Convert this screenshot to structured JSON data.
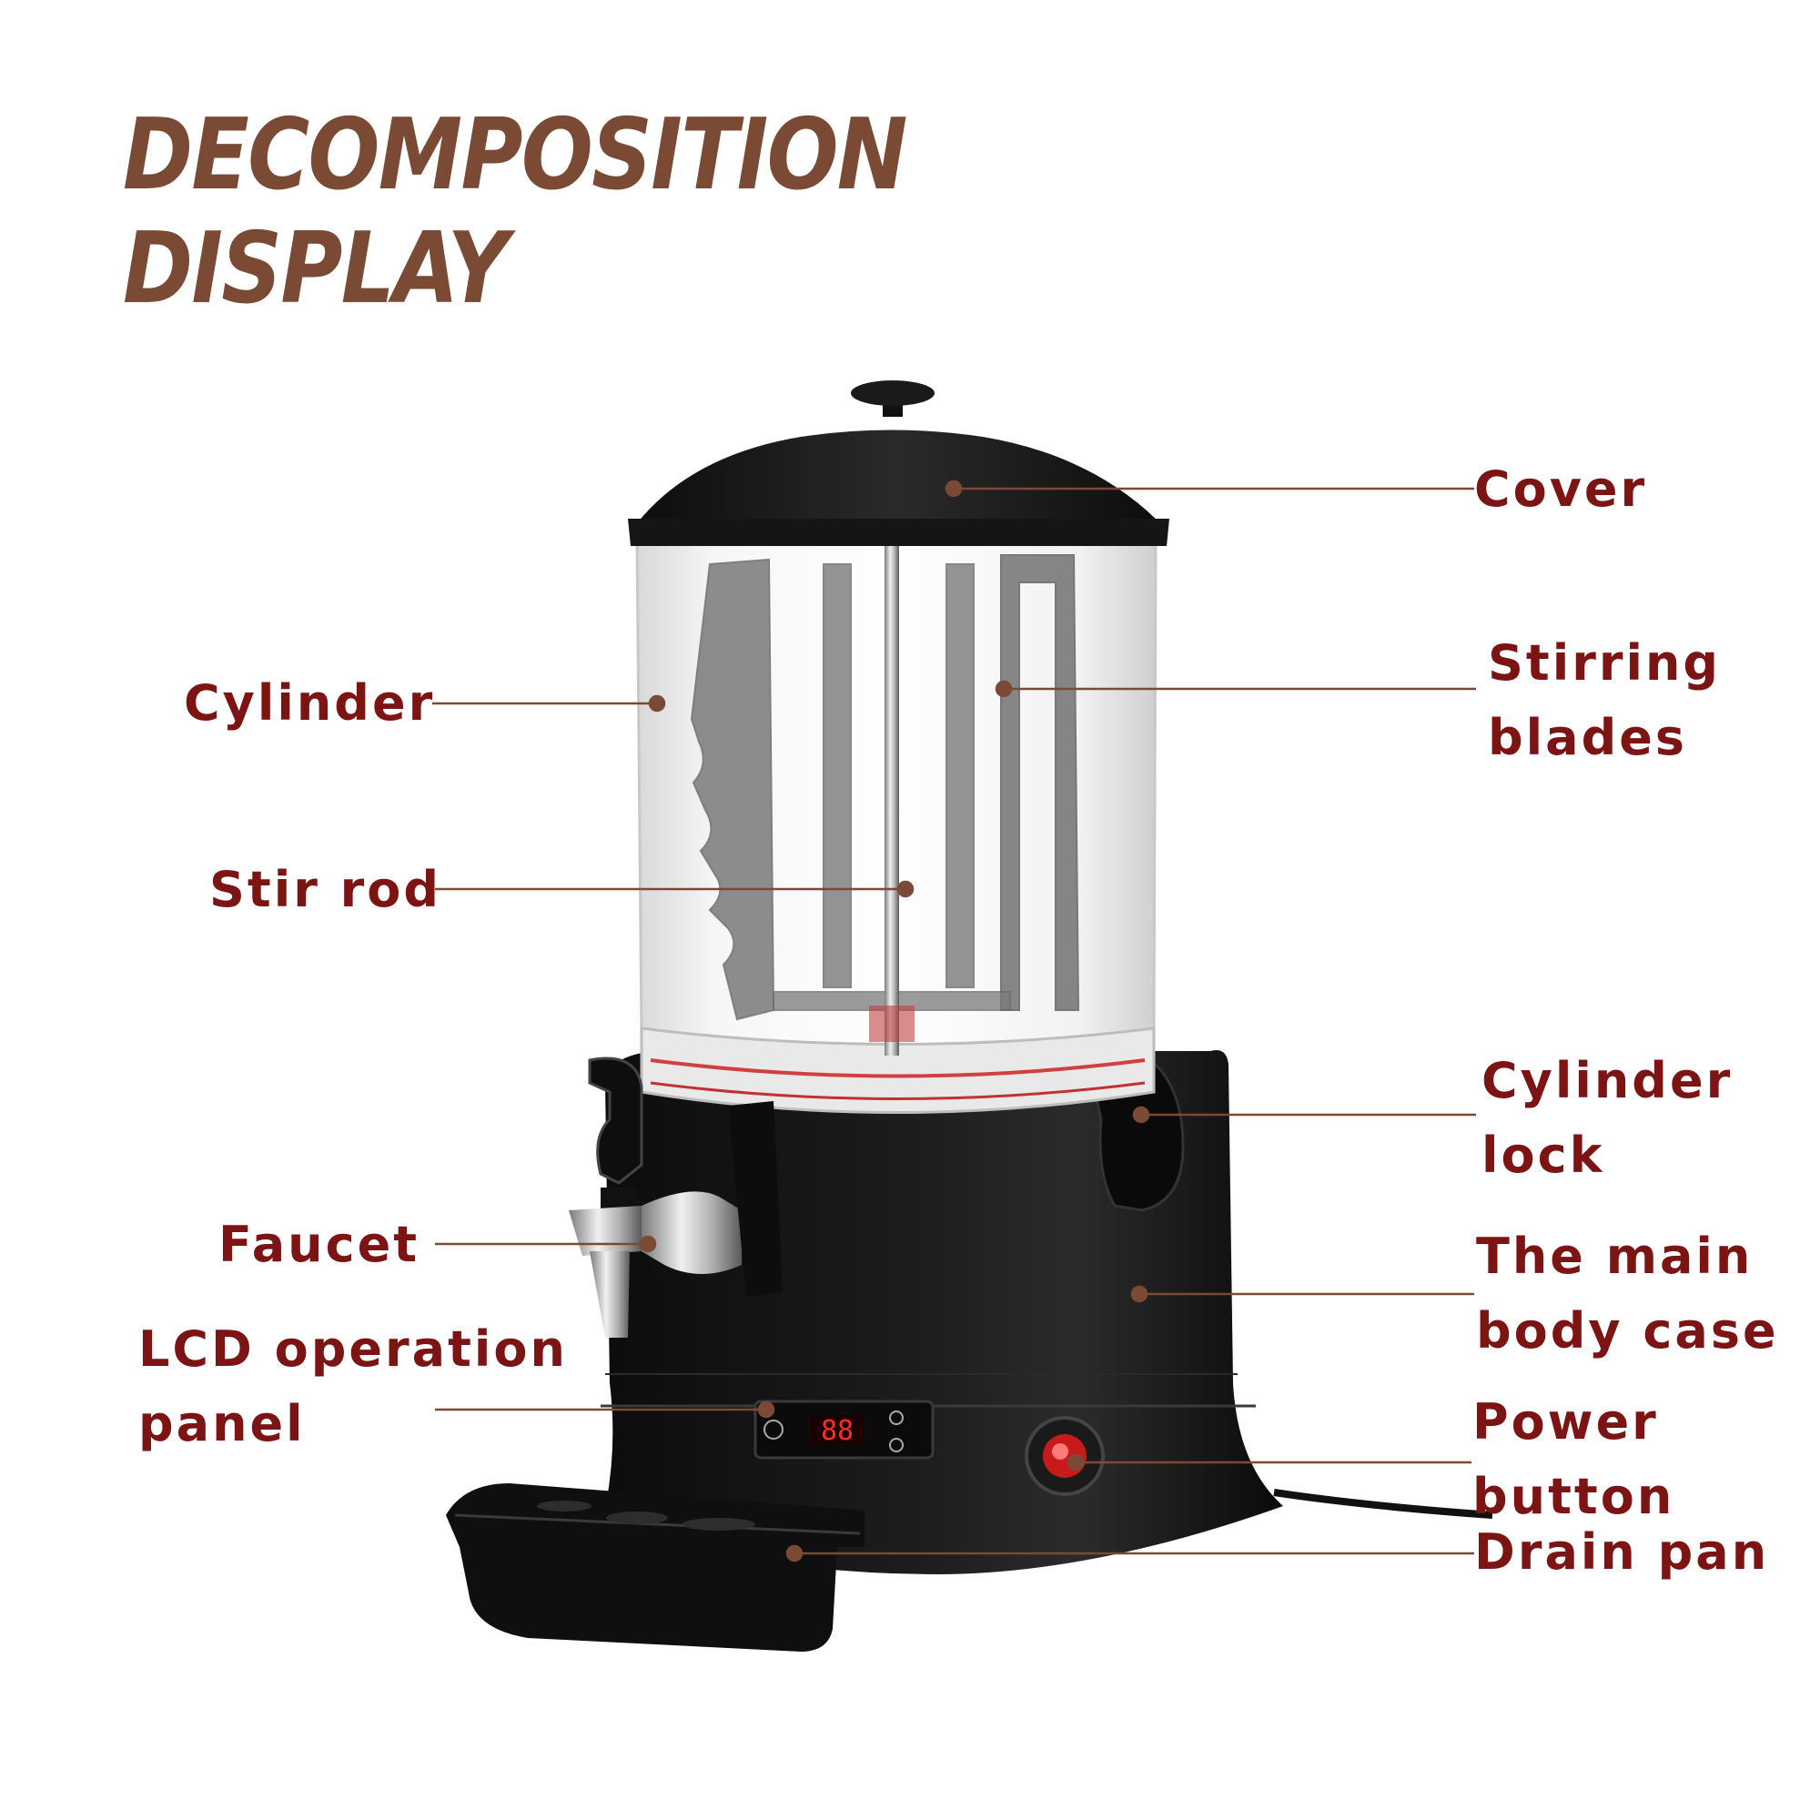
{
  "title": {
    "line1": "DECOMPOSITION",
    "line2": "DISPLAY"
  },
  "colors": {
    "title": "#7a4a35",
    "label": "#7d1414",
    "leader": "#7a4a35",
    "device": "#111111"
  },
  "display": {
    "readout": "88"
  },
  "labels": {
    "cover": "Cover",
    "stirring_blades": [
      "Stirring",
      "blades"
    ],
    "cylinder": "Cylinder",
    "stir_rod": "Stir rod",
    "cylinder_lock": [
      "Cylinder",
      "lock"
    ],
    "faucet": "Faucet",
    "main_body_case": [
      "The main",
      "body case"
    ],
    "lcd_panel": [
      "LCD operation",
      "panel"
    ],
    "power_button": [
      "Power",
      "button"
    ],
    "drain_pan": "Drain pan"
  }
}
